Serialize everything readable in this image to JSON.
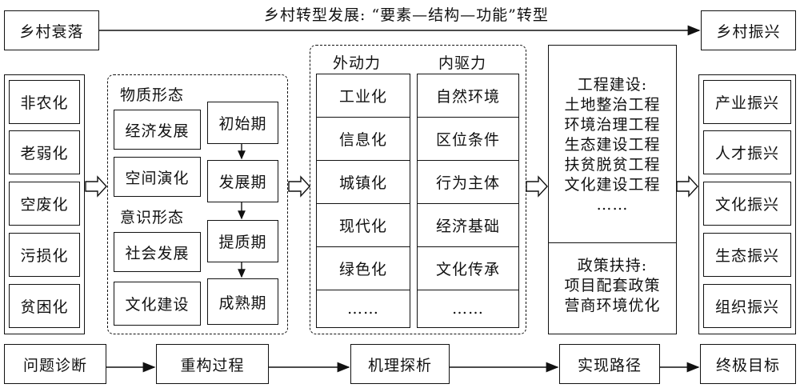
{
  "top": {
    "left_box": "乡村衰落",
    "right_box": "乡村振兴",
    "caption": "乡村转型发展: “要素—结构—功能”转型"
  },
  "problems": [
    "非农化",
    "老弱化",
    "空废化",
    "污损化",
    "贫困化"
  ],
  "restructure": {
    "material_label": "物质形态",
    "material_items": [
      "经济发展",
      "空间演化"
    ],
    "consciousness_label": "意识形态",
    "consciousness_items": [
      "社会发展",
      "文化建设"
    ],
    "stages": [
      "初始期",
      "发展期",
      "提质期",
      "成熟期"
    ]
  },
  "mechanism": {
    "external_label": "外动力",
    "external_items": [
      "工业化",
      "信息化",
      "城镇化",
      "现代化",
      "绿色化",
      "……"
    ],
    "internal_label": "内驱力",
    "internal_items": [
      "自然环境",
      "区位条件",
      "行为主体",
      "经济基础",
      "文化传承",
      "……"
    ]
  },
  "path": {
    "engineering_title": "工程建设:",
    "engineering_items": [
      "土地整治工程",
      "环境治理工程",
      "生态建设工程",
      "扶贫脱贫工程",
      "文化建设工程",
      "……"
    ],
    "policy_title": "政策扶持:",
    "policy_items": [
      "项目配套政策",
      "营商环境优化"
    ]
  },
  "goals": [
    "产业振兴",
    "人才振兴",
    "文化振兴",
    "生态振兴",
    "组织振兴"
  ],
  "bottom": [
    "问题诊断",
    "重构过程",
    "机理探析",
    "实现路径",
    "终极目标"
  ]
}
